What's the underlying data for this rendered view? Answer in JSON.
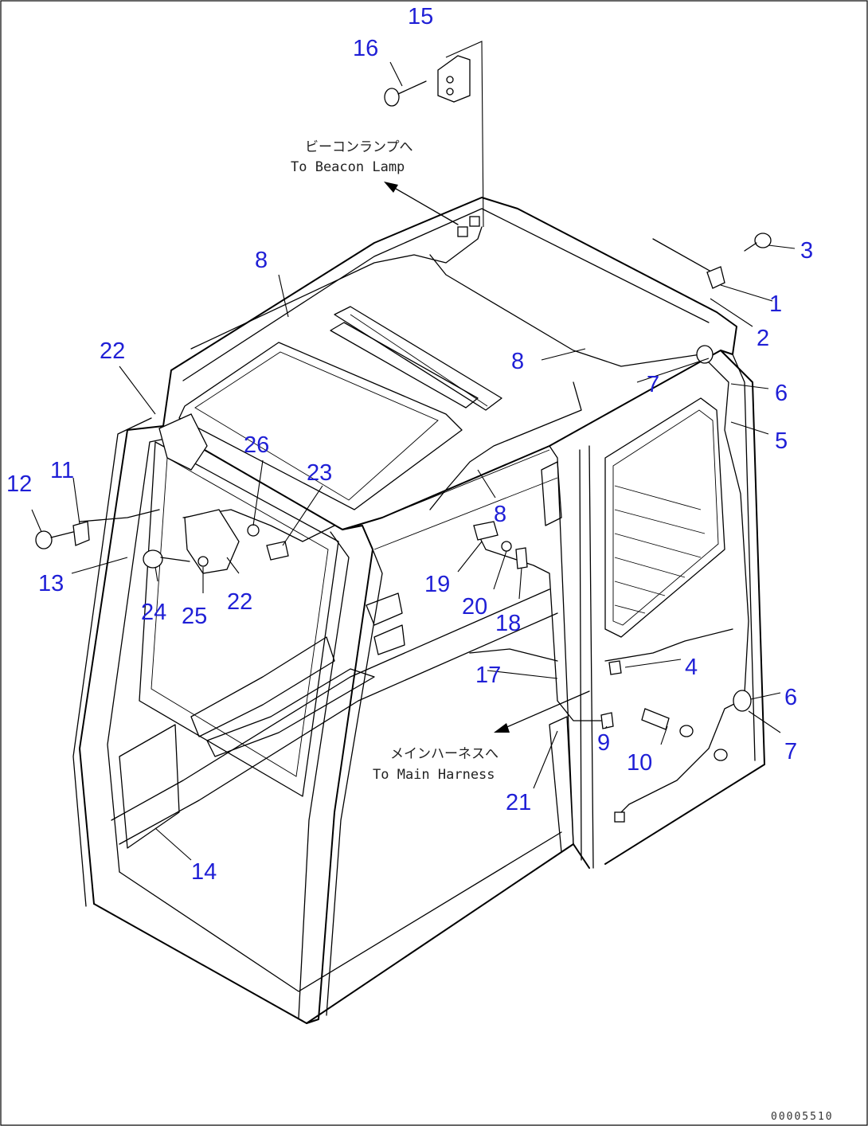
{
  "notes": {
    "beacon_jp": "ビーコンランプへ",
    "beacon_en": "To Beacon Lamp",
    "harness_jp": "メインハーネスへ",
    "harness_en": "To Main Harness"
  },
  "drawing_code": "00005510",
  "callouts": [
    "1",
    "2",
    "3",
    "4",
    "5",
    "6",
    "6",
    "7",
    "7",
    "8",
    "8",
    "8",
    "9",
    "10",
    "11",
    "12",
    "13",
    "14",
    "15",
    "16",
    "17",
    "18",
    "19",
    "20",
    "21",
    "22",
    "22",
    "23",
    "24",
    "25",
    "26"
  ]
}
